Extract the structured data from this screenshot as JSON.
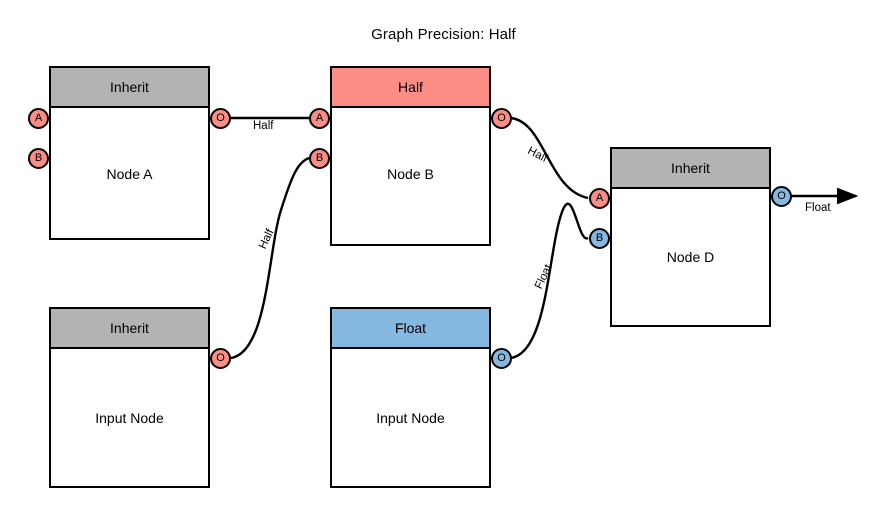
{
  "title": "Graph Precision: Half",
  "colors": {
    "inherit_header": "#b3b3b3",
    "half_header": "#fb8d84",
    "float_header": "#85b8e0",
    "half_port": "#fb8d84",
    "float_port": "#85b8e0",
    "edge": "#000000",
    "node_border": "#000000",
    "node_fill": "#ffffff"
  },
  "nodes": [
    {
      "id": "node-a",
      "name": "Node A",
      "header": "Inherit",
      "header_color": "gray",
      "inputs": [
        {
          "label": "A",
          "color": "salmon"
        },
        {
          "label": "B",
          "color": "salmon"
        }
      ],
      "outputs": [
        {
          "label": "O",
          "color": "salmon"
        }
      ]
    },
    {
      "id": "node-b",
      "name": "Node B",
      "header": "Half",
      "header_color": "salmon",
      "inputs": [
        {
          "label": "A",
          "color": "salmon"
        },
        {
          "label": "B",
          "color": "salmon"
        }
      ],
      "outputs": [
        {
          "label": "O",
          "color": "salmon"
        }
      ]
    },
    {
      "id": "node-d",
      "name": "Node D",
      "header": "Inherit",
      "header_color": "gray",
      "inputs": [
        {
          "label": "A",
          "color": "salmon"
        },
        {
          "label": "B",
          "color": "blue"
        }
      ],
      "outputs": [
        {
          "label": "O",
          "color": "blue"
        }
      ]
    },
    {
      "id": "input-node-1",
      "name": "Input Node",
      "header": "Inherit",
      "header_color": "gray",
      "inputs": [],
      "outputs": [
        {
          "label": "O",
          "color": "salmon"
        }
      ]
    },
    {
      "id": "input-node-2",
      "name": "Input Node",
      "header": "Float",
      "header_color": "blue",
      "inputs": [],
      "outputs": [
        {
          "label": "O",
          "color": "blue"
        }
      ]
    }
  ],
  "edges": [
    {
      "id": "edge-a-to-b",
      "from": "node-a.O",
      "to": "node-b.A",
      "label": "Half"
    },
    {
      "id": "edge-b-to-d",
      "from": "node-b.O",
      "to": "node-d.A",
      "label": "Half"
    },
    {
      "id": "edge-in1-to-b",
      "from": "input-node-1.O",
      "to": "node-b.B",
      "label": "Half"
    },
    {
      "id": "edge-in2-to-d",
      "from": "input-node-2.O",
      "to": "node-d.B",
      "label": "Float"
    },
    {
      "id": "edge-d-output",
      "from": "node-d.O",
      "to": "graph-output",
      "label": "Float"
    }
  ]
}
